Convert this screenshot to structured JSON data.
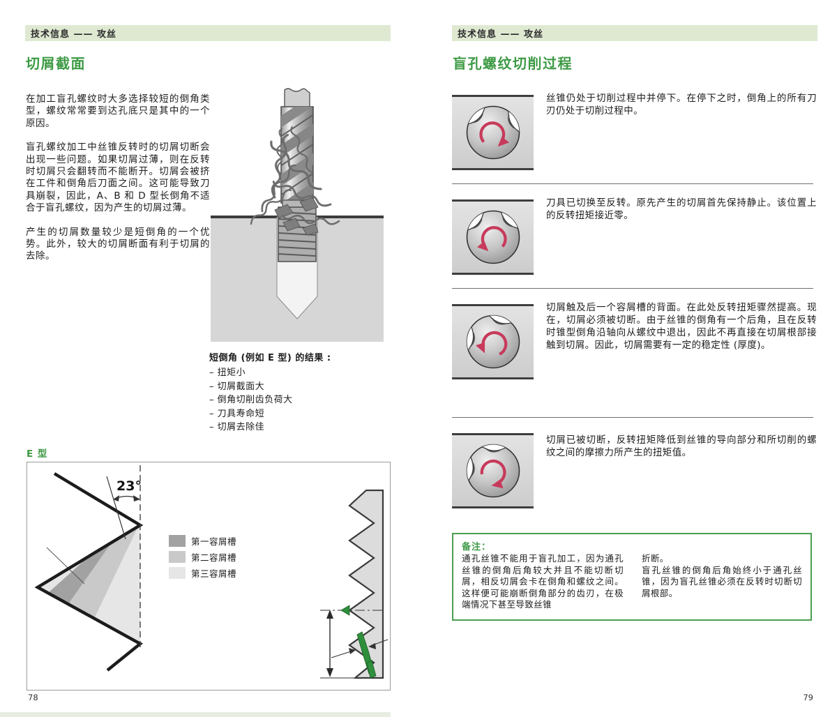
{
  "colors": {
    "accent-green": "#3d9a44",
    "header-bar-bg": "#dfe9d2",
    "note-border-green": "#4a9e50",
    "arrow-pink": "#c73a5b",
    "chip-green": "#2f8f3c"
  },
  "left_page": {
    "header": "技术信息 —— 攻丝",
    "title": "切屑截面",
    "paragraphs": [
      "在加工盲孔螺纹时大多选择较短的倒角类型，螺纹常常要到达孔底只是其中的一个原因。",
      "盲孔螺纹加工中丝锥反转时的切屑切断会出现一些问题。如果切屑过薄，则在反转时切屑只会翻转而不能断开。切屑会被挤在工件和倒角后刀面之间。这可能导致刀具崩裂，因此，A、B 和 D 型长倒角不适合于盲孔螺纹，因为产生的切屑过薄。",
      "产生的切屑数量较少是短倒角的一个优势。此外，较大的切屑断面有利于切屑的去除。"
    ],
    "illustration": "tap-in-blind-hole-with-chips",
    "caption": {
      "title": "短倒角 (例如 E 型) 的结果 :",
      "items": [
        "– 扭矩小",
        "– 切屑截面大",
        "– 倒角切削齿负荷大",
        "– 刀具寿命短",
        "– 切屑去除佳"
      ]
    },
    "diagram": {
      "label": "E 型",
      "angle_label": "23°",
      "legend": [
        {
          "label": "第一容屑槽",
          "color": "#a2a2a2"
        },
        {
          "label": "第二容屑槽",
          "color": "#c9c9c9"
        },
        {
          "label": "第三容屑槽",
          "color": "#e6e6e6"
        }
      ]
    },
    "page_number": "78"
  },
  "right_page": {
    "header": "技术信息 —— 攻丝",
    "title": "盲孔螺纹切削过程",
    "steps": [
      {
        "icon": "tap-cross-section-rotate-cw-icon",
        "text": "丝锥仍处于切削过程中并停下。在停下之时，倒角上的所有刀刃仍处于切削过程中。"
      },
      {
        "icon": "tap-cross-section-rotate-ccw-icon",
        "text": "刀具已切换至反转。原先产生的切屑首先保持静止。该位置上的反转扭矩接近零。"
      },
      {
        "icon": "tap-cross-section-rotate-ccw-icon",
        "text": "切屑触及后一个容屑槽的背面。在此处反转扭矩骤然提高。现在，切屑必须被切断。由于丝锥的倒角有一个后角，且在反转时锥型倒角沿轴向从螺纹中退出，因此不再直接在切屑根部接触到切屑。因此，切屑需要有一定的稳定性 (厚度)。"
      },
      {
        "icon": "tap-cross-section-rotate-ccw-icon",
        "text": "切屑已被切断，反转扭矩降低到丝锥的导向部分和所切削的螺纹之间的摩擦力所产生的扭矩值。"
      }
    ],
    "note": {
      "label": "备注：",
      "column1": "通孔丝锥不能用于盲孔加工，因为通孔丝锥的倒角后角较大并且不能切断切屑，相反切屑会卡在倒角和螺纹之间。这样便可能崩断倒角部分的齿刃，在极端情况下甚至导致丝锥",
      "column2": [
        "折断。",
        "盲孔丝锥的倒角后角始终小于通孔丝锥，因为盲孔丝锥必须在反转时切断切屑根部。"
      ]
    },
    "page_number": "79"
  }
}
